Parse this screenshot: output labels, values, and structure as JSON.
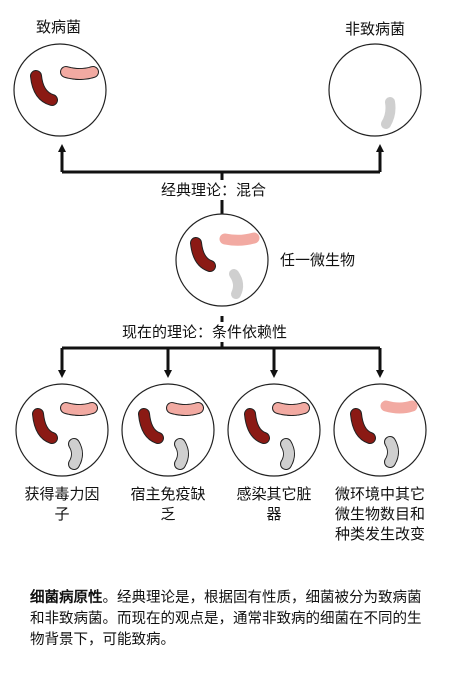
{
  "labels": {
    "pathogen": "致病菌",
    "nonpathogen": "非致病菌",
    "classical_theory": "经典理论：混合",
    "any_microbe": "任一微生物",
    "modern_theory": "现在的理论：条件依赖性",
    "factor_1": "获得毒力因子",
    "factor_2": "宿主免疫缺乏",
    "factor_3": "感染其它脏器",
    "factor_4": "微环境中其它微生物数目和种类发生改变"
  },
  "caption": {
    "bold": "细菌病原性",
    "text": "。经典理论是，根据固有性质，细菌被分为致病菌和非致病菌。而现在的观点是，通常非致病的细菌在不同的生物背景下，可能致病。"
  },
  "colors": {
    "pathogen_bacterium": "#8b1a14",
    "pink_bacterium": "#f2aaa2",
    "gray_bacterium": "#cfcfcf",
    "circle_stroke": "#222222",
    "arrow": "#111111"
  }
}
